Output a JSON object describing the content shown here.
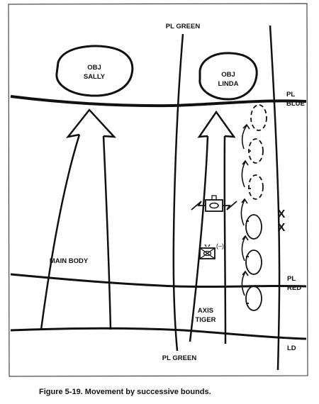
{
  "diagram": {
    "objectives": {
      "sally": {
        "line1": "OBJ",
        "line2": "SALLY"
      },
      "linda": {
        "line1": "OBJ",
        "line2": "LINDA"
      }
    },
    "phase_lines": {
      "green_top": "PL GREEN",
      "green_bottom": "PL GREEN",
      "blue": {
        "line1": "PL",
        "line2": "BLUE"
      },
      "red": {
        "line1": "PL",
        "line2": "RED"
      },
      "ld": "LD"
    },
    "labels": {
      "main_body": "MAIN BODY",
      "axis": {
        "line1": "AXIS",
        "line2": "TIGER"
      },
      "unit_size": "(–)",
      "boundary": "X\nX"
    },
    "caption": "Figure 5-19.   Movement by successive bounds."
  }
}
